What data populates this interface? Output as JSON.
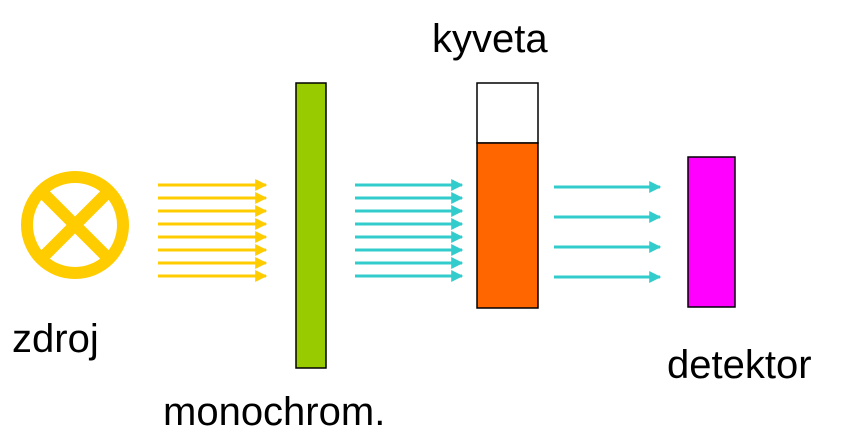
{
  "labels": {
    "source": "zdroj",
    "monochromator": "monochrom.",
    "cuvette": "kyveta",
    "detector": "detektor"
  },
  "colors": {
    "source": "#ffcc00",
    "beam_polychromatic": "#ffcc00",
    "monochromator": "#99cc00",
    "beam_monochromatic": "#33cccc",
    "cuvette_liquid": "#ff6600",
    "cuvette_empty": "#ffffff",
    "detector": "#ff00ff",
    "outline": "#000000"
  },
  "icons": {
    "source": "lamp-cross-circle-icon"
  }
}
